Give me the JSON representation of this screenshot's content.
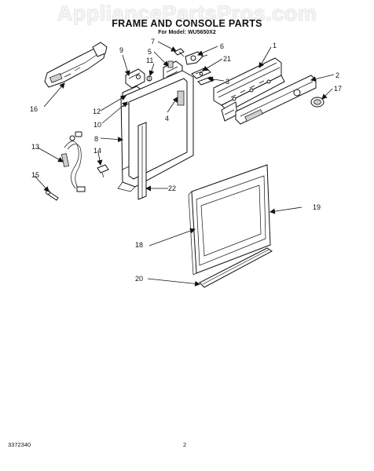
{
  "watermark": "AppliancePartsPros.com",
  "title": "FRAME AND CONSOLE PARTS",
  "subtitle": "For Model: WU5650X2",
  "doc_number": "3372340",
  "page_number": "2",
  "callouts": {
    "c1": "1",
    "c2": "2",
    "c3": "3",
    "c4": "4",
    "c5": "5",
    "c6": "6",
    "c7": "7",
    "c8": "8",
    "c9": "9",
    "c10": "10",
    "c11": "11",
    "c12": "12",
    "c13": "13",
    "c14": "14",
    "c15": "15",
    "c16": "16",
    "c17": "17",
    "c18": "18",
    "c19": "19",
    "c20": "20",
    "c21": "21",
    "c22": "22"
  }
}
